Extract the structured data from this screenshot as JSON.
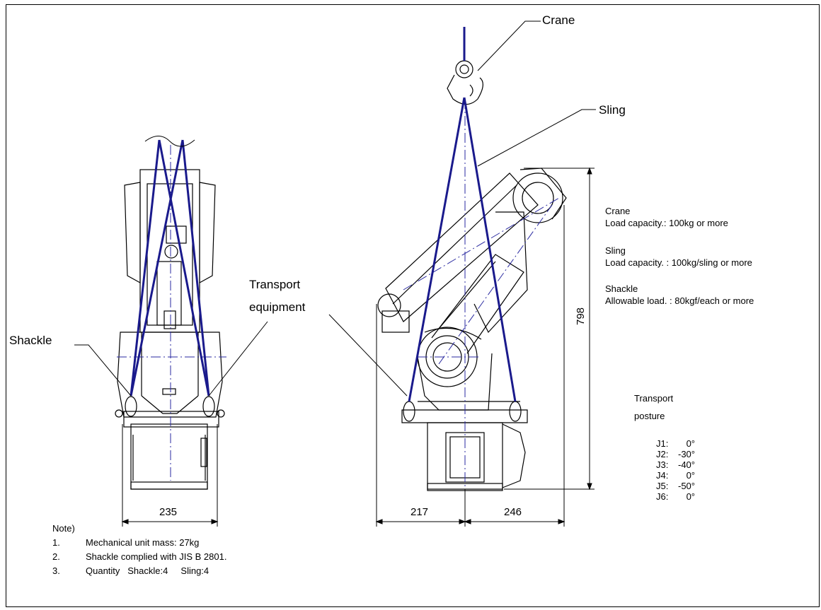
{
  "callouts": {
    "crane": "Crane",
    "sling": "Sling",
    "shackle": "Shackle",
    "transport_equipment_line1": "Transport",
    "transport_equipment_line2": "equipment"
  },
  "specs": [
    {
      "title": "Crane",
      "detail": "Load capacity.: 100kg or more"
    },
    {
      "title": "Sling",
      "detail": "Load capacity. : 100kg/sling or more"
    },
    {
      "title": "Shackle",
      "detail": "Allowable load. : 80kgf/each or more"
    }
  ],
  "dimensions": {
    "front_width": "235",
    "side_left": "217",
    "side_right": "246",
    "height": "798"
  },
  "posture": {
    "title_line1": "Transport",
    "title_line2": "posture",
    "joints": [
      {
        "name": "J1:",
        "value": "0°"
      },
      {
        "name": "J2:",
        "value": "-30°"
      },
      {
        "name": "J3:",
        "value": "-40°"
      },
      {
        "name": "J4:",
        "value": "0°"
      },
      {
        "name": "J5:",
        "value": "-50°"
      },
      {
        "name": "J6:",
        "value": "0°"
      }
    ]
  },
  "notes": {
    "heading": "Note)",
    "items": [
      {
        "num": "1.",
        "text": "Mechanical unit mass: 27kg"
      },
      {
        "num": "2.",
        "text": "Shackle complied with JIS B 2801."
      },
      {
        "num": "3.",
        "text": "Quantity   Shackle:4     Sling:4"
      }
    ]
  },
  "colors": {
    "sling": "#1a1a8c",
    "centerline": "#2a2aa0",
    "line": "#000000"
  }
}
